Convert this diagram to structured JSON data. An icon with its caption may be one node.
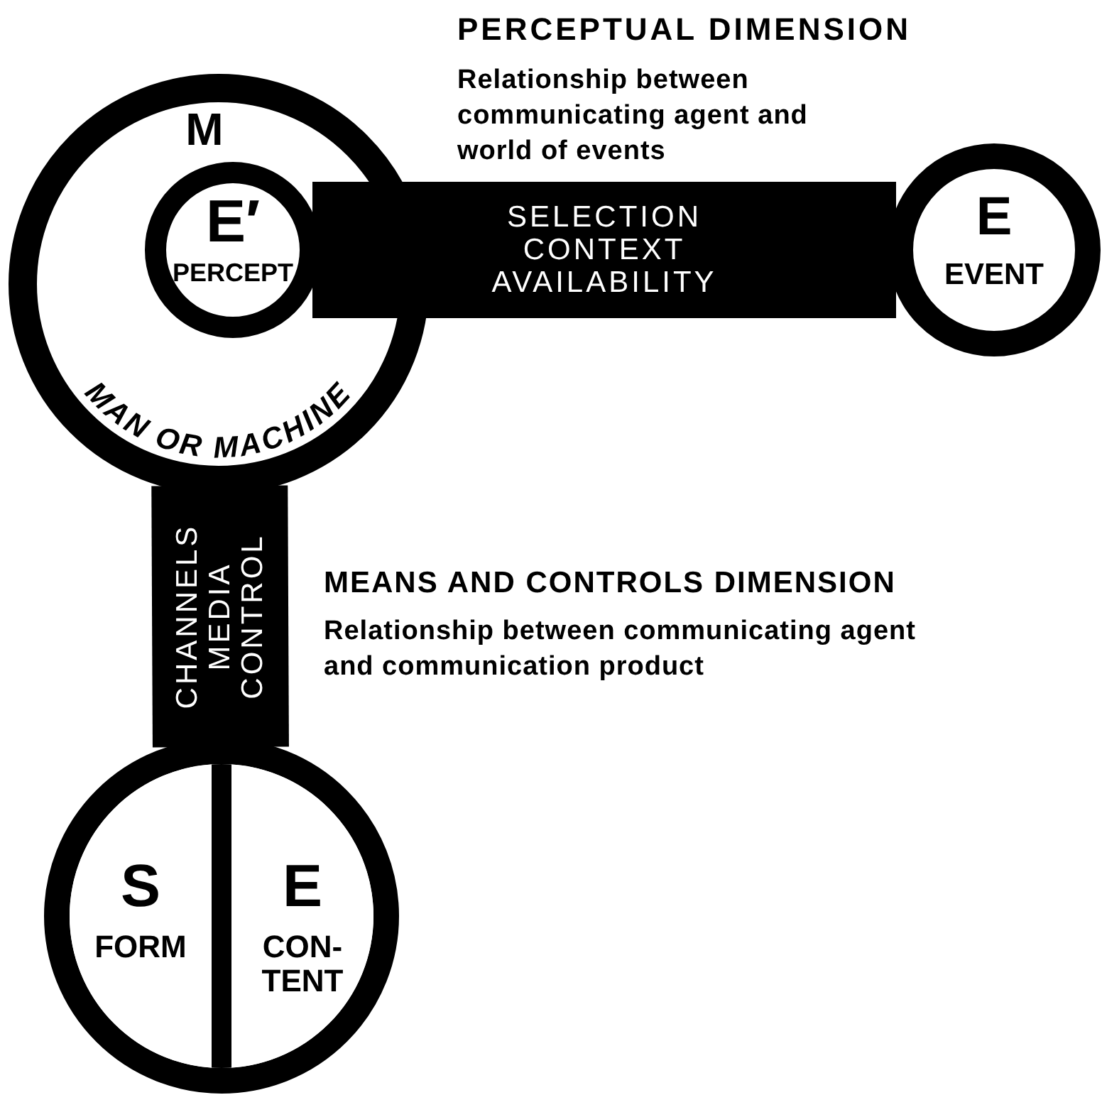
{
  "diagram": {
    "nodes": [
      {
        "text": [
          "M",
          "MAN OR MACHINE"
        ]
      },
      {
        "text": [
          "E′",
          "PERCEPT"
        ],
        "in": 0
      },
      {
        "text": [
          "E",
          "EVENT"
        ]
      },
      {
        "text": [],
        "shape": "circle"
      },
      {
        "text": [
          "S",
          "FORM"
        ],
        "in": 3
      },
      {
        "text": [
          "E",
          "CON- TENT"
        ],
        "in": 3
      }
    ],
    "edges": [
      {
        "from": 1,
        "to": 2,
        "arrow": "none",
        "label": "SELECTION CONTEXT AVAILABILITY"
      },
      {
        "from": 0,
        "to": 3,
        "arrow": "none",
        "label": "CHANNELS MEDIA CONTROL"
      }
    ],
    "labels": [
      "PERCEPTUAL DIMENSION",
      "Relationship between communicating agent and world of events",
      "MEANS AND CONTROLS DIMENSION",
      "Relationship between communicating agent and communication product"
    ]
  }
}
